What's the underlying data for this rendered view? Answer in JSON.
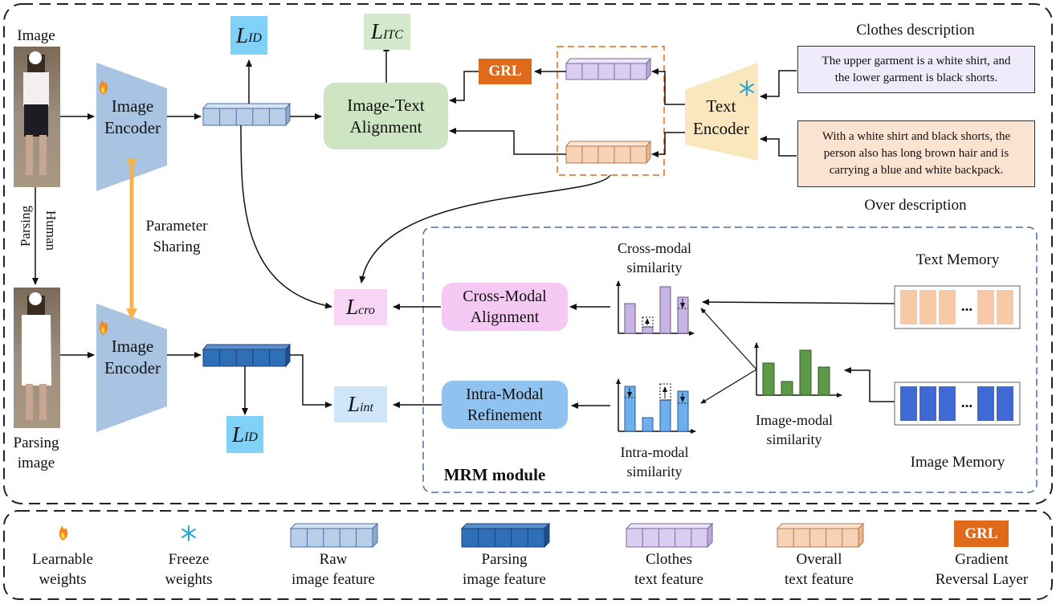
{
  "inputs": {
    "image_label": "Image",
    "parsing_label_line1": "Parsing",
    "parsing_label_line2": "image",
    "human_parsing_line1": "Human",
    "human_parsing_line2": "Parsing"
  },
  "encoders": {
    "image_encoder_line1": "Image",
    "image_encoder_line2": "Encoder",
    "text_encoder_line1": "Text",
    "text_encoder_line2": "Encoder",
    "parameter_sharing_line1": "Parameter",
    "parameter_sharing_line2": "Sharing"
  },
  "losses": {
    "id_main": "L",
    "id_sub": "ID",
    "itc_main": "L",
    "itc_sub": "ITC",
    "cro_main": "L",
    "cro_sub": "cro",
    "int_main": "L",
    "int_sub": "int"
  },
  "modules": {
    "ita_line1": "Image-Text",
    "ita_line2": "Alignment",
    "cma_line1": "Cross-Modal",
    "cma_line2": "Alignment",
    "imr_line1": "Intra-Modal",
    "imr_line2": "Refinement",
    "grl": "GRL",
    "mrm_title": "MRM module"
  },
  "descriptions": {
    "clothes_title": "Clothes description",
    "clothes_line1": "The upper garment is a white shirt, and",
    "clothes_line2": "the lower garment is black shorts.",
    "overall_line1": "With a white shirt and black shorts, the",
    "overall_line2": "person also has long brown hair and is",
    "overall_line3": "carrying a blue and white backpack.",
    "overall_title": "Over description"
  },
  "similarity": {
    "cross_line1": "Cross-modal",
    "cross_line2": "similarity",
    "intra_line1": "Intra-modal",
    "intra_line2": "similarity",
    "image_line1": "Image-modal",
    "image_line2": "similarity"
  },
  "memory": {
    "text_memory": "Text Memory",
    "image_memory": "Image Memory",
    "ellipsis": "..."
  },
  "legend": {
    "learnable_line1": "Learnable",
    "learnable_line2": "weights",
    "freeze_line1": "Freeze",
    "freeze_line2": "weights",
    "raw_line1": "Raw",
    "raw_line2": "image feature",
    "parsing_line1": "Parsing",
    "parsing_line2": "image feature",
    "clothes_line1": "Clothes",
    "clothes_line2": "text feature",
    "overall_line1": "Overall",
    "overall_line2": "text feature",
    "grl_box": "GRL",
    "grl_line1": "Gradient",
    "grl_line2": "Reversal Layer"
  },
  "colors": {
    "raw_feature": "#b8cde8",
    "parsing_feature": "#2e6fb8",
    "clothes_feature": "#d9cdf0",
    "overall_feature": "#f7d2b4",
    "image_encoder": "#a9c4e2",
    "text_encoder": "#fbe7bd",
    "ita_module": "#cde5c2",
    "cma_module": "#f5c9f3",
    "imr_module": "#8fc2ef",
    "loss_id": "#7fd1f5",
    "loss_itc": "#d3ebcc",
    "loss_cro": "#f8d5f5",
    "loss_int": "#cfe5f8",
    "grl": "#e06a1b",
    "param_arrow": "#f5b34a"
  }
}
